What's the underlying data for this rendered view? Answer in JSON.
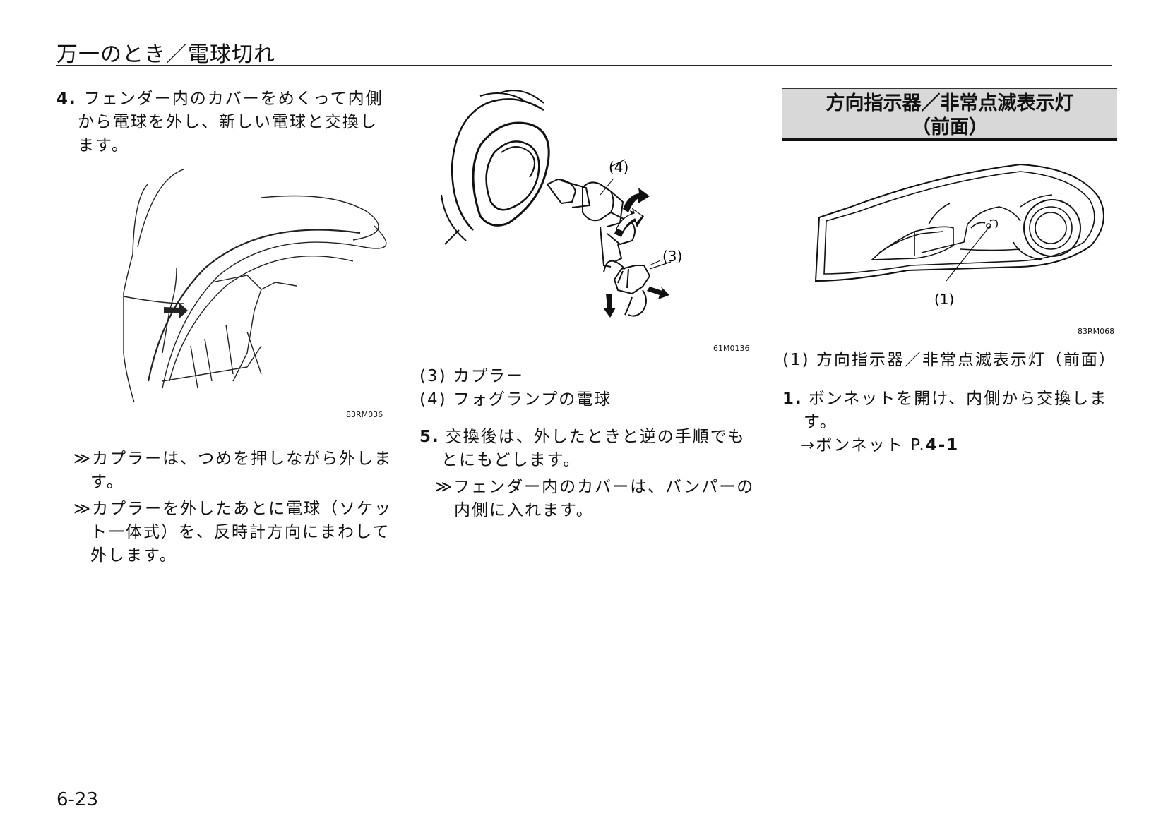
{
  "header": {
    "title": "万一のとき／電球切れ"
  },
  "left": {
    "step_num": "4.",
    "step_line1": "フェンダー内のカバーをめくって内側",
    "step_line2": "から電球を外し、新しい電球と交換し",
    "step_line3": "ます。",
    "fig_ref": "83RM036",
    "note1_line1": "≫カプラーは、つめを押しながら外しま",
    "note1_line2": "す。",
    "note2_line1": "≫カプラーを外したあとに電球（ソケッ",
    "note2_line2": "ト一体式）を、反時計方向にまわして",
    "note2_line3": "外します。"
  },
  "middle": {
    "fig_ref": "61M0136",
    "callout4": "(4)",
    "callout3": "(3)",
    "legend3": "(3) カプラー",
    "legend4": "(4) フォグランプの電球",
    "step_num": "5.",
    "step_line1": "交換後は、外したときと逆の手順でも",
    "step_line2": "とにもどします。",
    "note_line1": "≫フェンダー内のカバーは、バンパーの",
    "note_line2": "内側に入れます。"
  },
  "right": {
    "section_line1": "方向指示器／非常点滅表示灯",
    "section_line2": "（前面）",
    "callout1": "(1)",
    "fig_ref": "83RM068",
    "legend1": "(1) 方向指示器／非常点滅表示灯（前面）",
    "step_num": "1.",
    "step_line1": "ボンネットを開け、内側から交換しま",
    "step_line2": "す。",
    "link_prefix": "→ボンネット P.",
    "link_page": "4-1"
  },
  "footer": {
    "page_number": "6-23"
  }
}
